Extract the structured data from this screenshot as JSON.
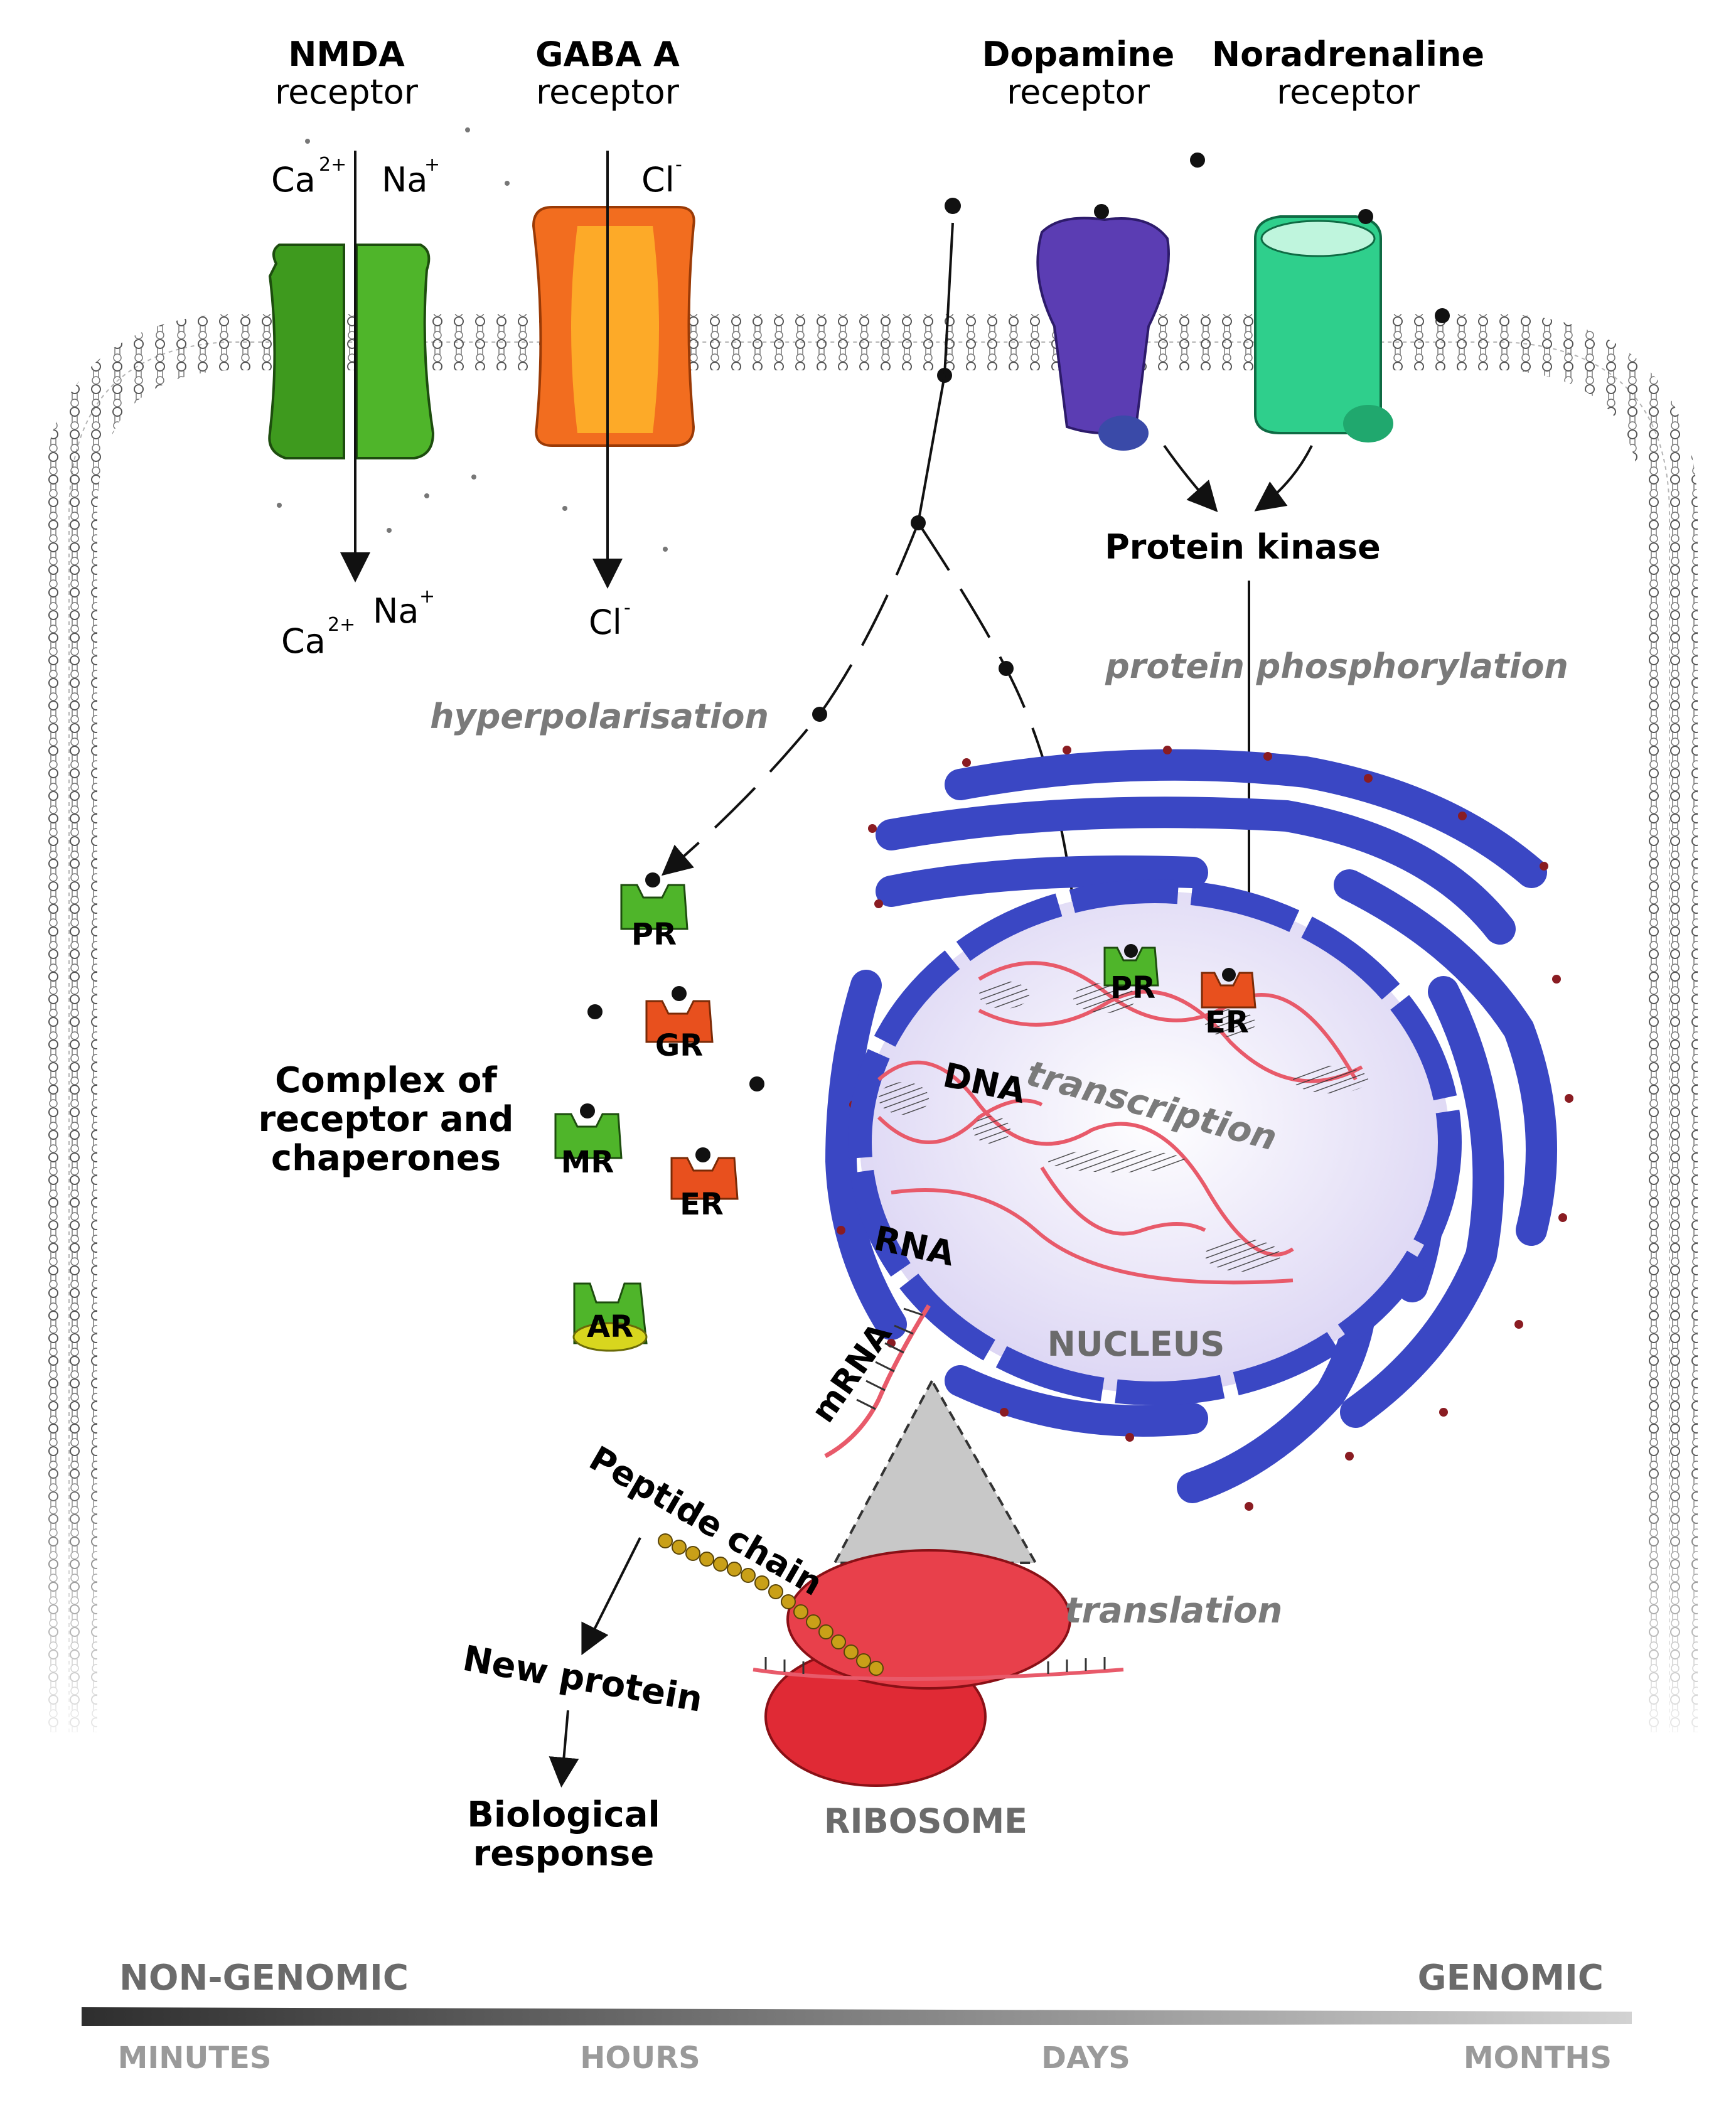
{
  "receptors": {
    "nmda": {
      "title": "NMDA",
      "sub": "receptor",
      "ion_top_1": "Ca",
      "ion_top_1_sup": "2+",
      "ion_top_2": "Na",
      "ion_top_2_sup": "+",
      "ion_bot_1": "Ca",
      "ion_bot_1_sup": "2+",
      "ion_bot_2": "Na",
      "ion_bot_2_sup": "+",
      "color": "#3e9a1e"
    },
    "gaba": {
      "title": "GABA A",
      "sub": "receptor",
      "ion_top": "Cl",
      "ion_top_sup": "-",
      "ion_bot": "Cl",
      "ion_bot_sup": "-",
      "color": "#f26d1f"
    },
    "dopamine": {
      "title": "Dopamine",
      "sub": "receptor",
      "color": "#5b3db3"
    },
    "noradrenaline": {
      "title": "Noradrenaline",
      "sub": "receptor",
      "color": "#2fcf8c"
    }
  },
  "pathway": {
    "protein_kinase": "Protein kinase",
    "protein_phosphorylation": "protein  phosphorylation",
    "hyperpolarisation": "hyperpolarisation",
    "complex_label": [
      "Complex of",
      "receptor and",
      "chaperones"
    ],
    "transcription": "transcription",
    "translation": "translation",
    "new_protein": "New protein",
    "biological_response": [
      "Biological",
      "response"
    ],
    "peptide_chain": "Peptide chain",
    "mrna": "mRNA"
  },
  "nucleus": {
    "label": "NUCLEUS",
    "dna": "DNA",
    "rna": "RNA",
    "bound_receptors": [
      "PR",
      "ER"
    ]
  },
  "ribosome": {
    "label": "RIBOSOME"
  },
  "cytoplasm_receptors": [
    "PR",
    "GR",
    "MR",
    "ER",
    "AR"
  ],
  "timeline": {
    "left_title": "NON-GENOMIC",
    "right_title": "GENOMIC",
    "ticks": [
      "MINUTES",
      "HOURS",
      "DAYS",
      "MONTHS"
    ]
  },
  "colors": {
    "er_blue": "#3a47c4",
    "ribosome_red": "#e02a35",
    "dna_red": "#e85a6a",
    "receptor_green": "#4fb52a",
    "receptor_orange": "#e8501e",
    "receptor_yellow": "#d8d61e",
    "nucleus_fill": "#ece8f8"
  }
}
